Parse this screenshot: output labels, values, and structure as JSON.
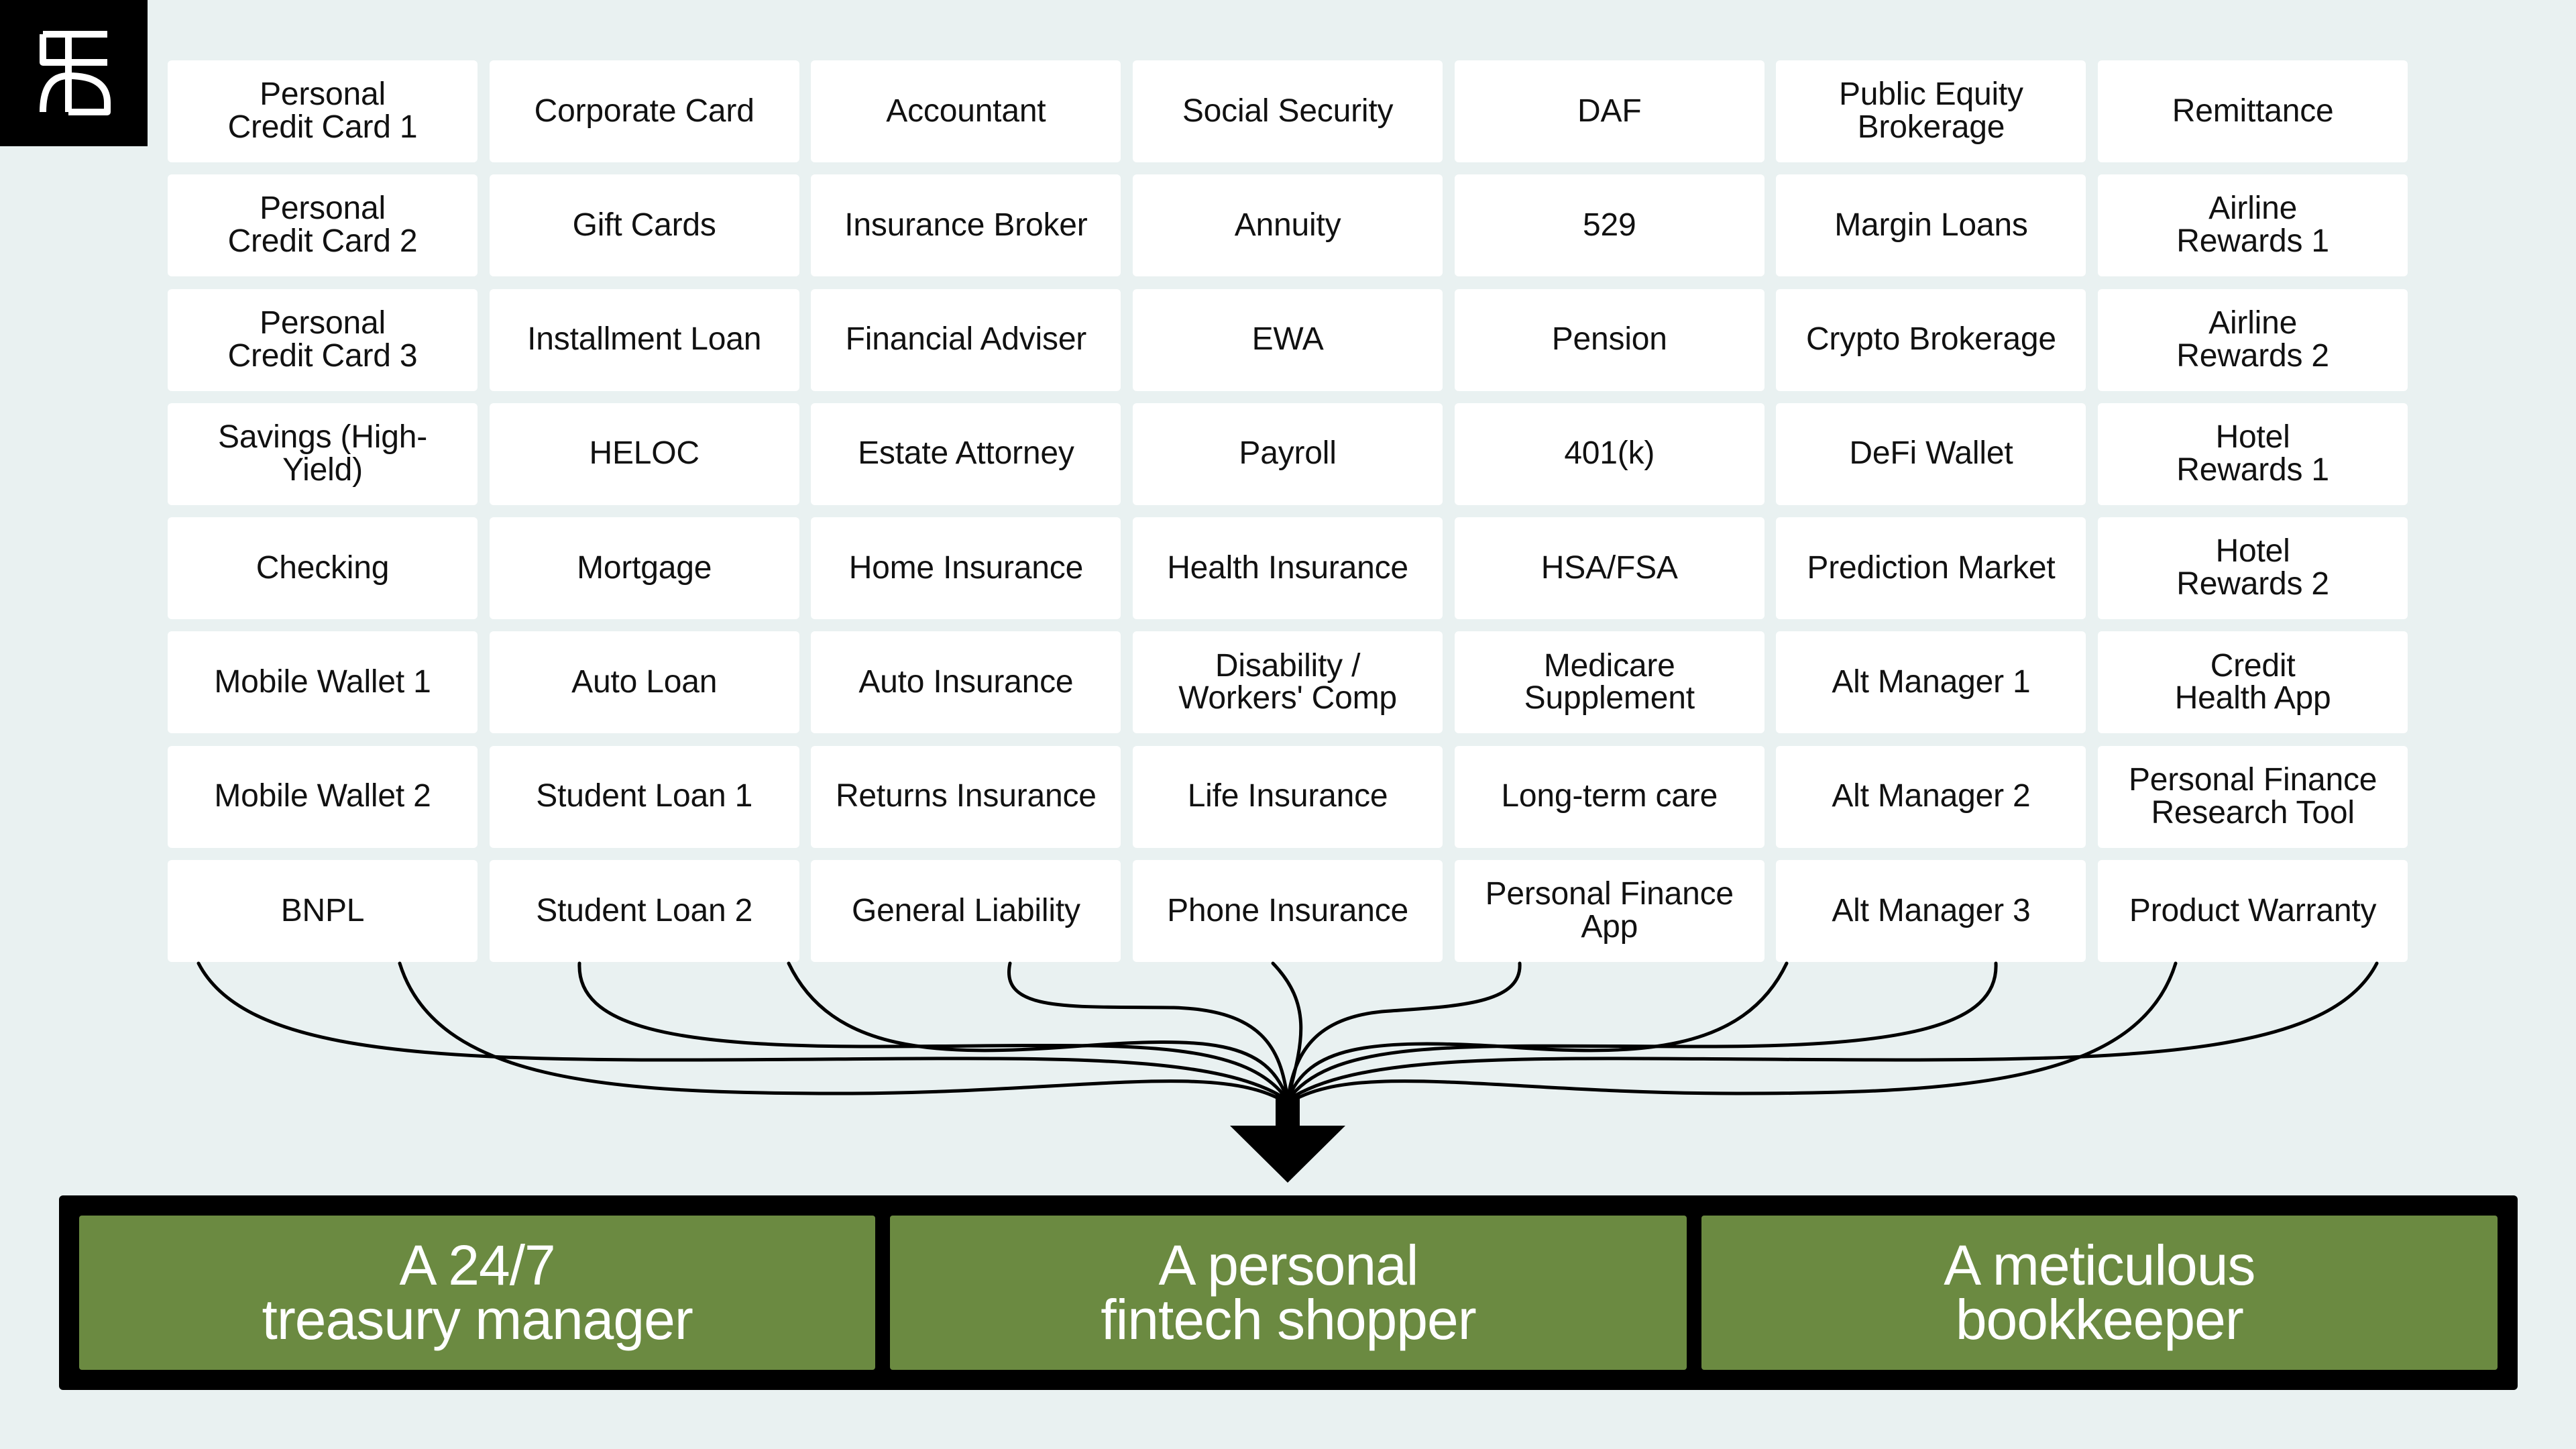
{
  "logo": {
    "icon": "brand-logo-icon",
    "background": "#000000",
    "foreground": "#ffffff"
  },
  "grid": {
    "rows": [
      [
        "Personal\nCredit Card 1",
        "Corporate Card",
        "Accountant",
        "Social Security",
        "DAF",
        "Public Equity\nBrokerage",
        "Remittance"
      ],
      [
        "Personal\nCredit Card 2",
        "Gift Cards",
        "Insurance Broker",
        "Annuity",
        "529",
        "Margin Loans",
        "Airline\nRewards 1"
      ],
      [
        "Personal\nCredit Card 3",
        "Installment Loan",
        "Financial Adviser",
        "EWA",
        "Pension",
        "Crypto Brokerage",
        "Airline\nRewards 2"
      ],
      [
        "Savings (High-Yield)",
        "HELOC",
        "Estate Attorney",
        "Payroll",
        "401(k)",
        "DeFi Wallet",
        "Hotel\nRewards 1"
      ],
      [
        "Checking",
        "Mortgage",
        "Home Insurance",
        "Health Insurance",
        "HSA/FSA",
        "Prediction Market",
        "Hotel\nRewards 2"
      ],
      [
        "Mobile Wallet 1",
        "Auto Loan",
        "Auto Insurance",
        "Disability /\nWorkers' Comp",
        "Medicare\nSupplement",
        "Alt Manager 1",
        "Credit\nHealth App"
      ],
      [
        "Mobile Wallet 2",
        "Student Loan 1",
        "Returns Insurance",
        "Life Insurance",
        "Long-term care",
        "Alt Manager 2",
        "Personal Finance\nResearch Tool"
      ],
      [
        "BNPL",
        "Student Loan 2",
        "General Liability",
        "Phone Insurance",
        "Personal Finance\nApp",
        "Alt Manager 3",
        "Product Warranty"
      ]
    ]
  },
  "connectors": {
    "color": "#000000",
    "target": "down-arrow-icon"
  },
  "roles": {
    "items": [
      {
        "label": "A 24/7\ntreasury manager"
      },
      {
        "label": "A personal\nfintech shopper"
      },
      {
        "label": "A meticulous\nbookkeeper"
      }
    ],
    "color": "#6b8a41",
    "container_color": "#000000"
  }
}
